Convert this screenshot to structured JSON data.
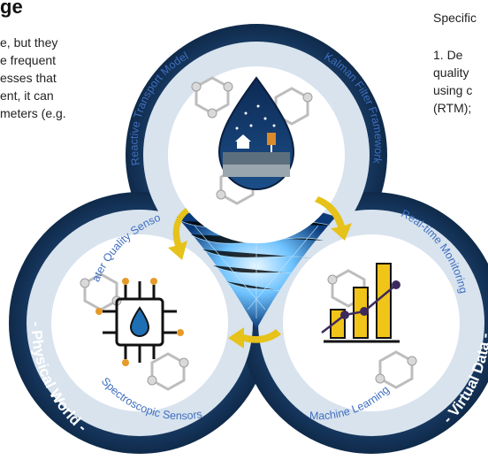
{
  "left_text": {
    "heading": "ge",
    "lines": [
      "e, but they",
      "e frequent",
      "esses that",
      "ent, it can",
      "meters (e.g."
    ]
  },
  "right_text": {
    "specific": "Specific",
    "lines": [
      "1.  De",
      "quality",
      "using c",
      "(RTM);"
    ]
  },
  "diagram": {
    "digital_twin": {
      "title": "- Digital Twin -",
      "left_arc": "Reactive Transport Model",
      "right_arc": "Kalman Filter Framework"
    },
    "physical_world": {
      "title": "- Physical World -",
      "top_arc": "Water Quality Sensors",
      "bottom_arc": "Spectroscopic Sensors"
    },
    "virtual_data": {
      "title": "- Virtual Data -",
      "top_arc": "Real-time Monitoring",
      "bottom_arc": "Machine Learning"
    },
    "colors": {
      "ring_dark": "#17375e",
      "ring_mid": "#2b5a8f",
      "ring_light": "#d8e3ee",
      "label_blue": "#3f6fbf",
      "arrow_yellow": "#e6c21a",
      "bar_yellow": "#f0c419"
    },
    "icons": [
      "water-drop-icon",
      "chip-sensor-icon",
      "bar-chart-icon",
      "molecule-icon",
      "circular-arrow-icon"
    ]
  }
}
